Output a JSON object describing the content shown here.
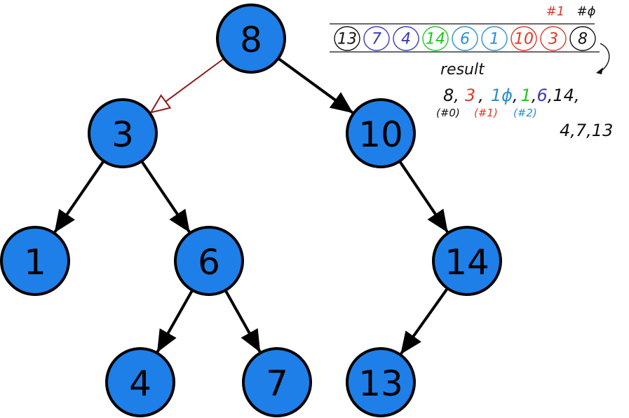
{
  "colors": {
    "node_fill": "#1e7fe8",
    "node_stroke": "#000000",
    "edge": "#000000",
    "highlight_edge": "#8b1a1a",
    "black": "#111111",
    "purple": "#3a3ab8",
    "green": "#27c22b",
    "blue": "#2a8fd0",
    "red": "#d83a2a"
  },
  "tree": {
    "nodes": [
      {
        "id": "n8",
        "label": "8"
      },
      {
        "id": "n3",
        "label": "3"
      },
      {
        "id": "n10",
        "label": "10"
      },
      {
        "id": "n1",
        "label": "1"
      },
      {
        "id": "n6",
        "label": "6"
      },
      {
        "id": "n14",
        "label": "14"
      },
      {
        "id": "n4",
        "label": "4"
      },
      {
        "id": "n7",
        "label": "7"
      },
      {
        "id": "n13",
        "label": "13"
      }
    ],
    "edges": [
      {
        "from": "n8",
        "to": "n3",
        "highlight": true
      },
      {
        "from": "n8",
        "to": "n10",
        "highlight": false
      },
      {
        "from": "n3",
        "to": "n1",
        "highlight": false
      },
      {
        "from": "n3",
        "to": "n6",
        "highlight": false
      },
      {
        "from": "n10",
        "to": "n14",
        "highlight": false
      },
      {
        "from": "n6",
        "to": "n4",
        "highlight": false
      },
      {
        "from": "n6",
        "to": "n7",
        "highlight": false
      },
      {
        "from": "n14",
        "to": "n13",
        "highlight": false
      }
    ]
  },
  "annotation": {
    "pointer_marks": [
      {
        "text": "#1",
        "color": "red"
      },
      {
        "text": "#ϕ",
        "color": "black"
      }
    ],
    "queue": [
      {
        "label": "13",
        "color": "black"
      },
      {
        "label": "7",
        "color": "purple"
      },
      {
        "label": "4",
        "color": "purple"
      },
      {
        "label": "14",
        "color": "green"
      },
      {
        "label": "6",
        "color": "blue"
      },
      {
        "label": "1",
        "color": "blue"
      },
      {
        "label": "10",
        "color": "red"
      },
      {
        "label": "3",
        "color": "red"
      },
      {
        "label": "8",
        "color": "black"
      }
    ],
    "result_title": "result",
    "result_row1": [
      {
        "text": "8,",
        "color": "black"
      },
      {
        "text": "3",
        "color": "red"
      },
      {
        "text": ",",
        "color": "black"
      },
      {
        "text": "1ϕ",
        "color": "blue"
      },
      {
        "text": ",",
        "color": "black"
      },
      {
        "text": "1",
        "color": "green"
      },
      {
        "text": ",",
        "color": "black"
      },
      {
        "text": "6",
        "color": "purple"
      },
      {
        "text": ",14,",
        "color": "black"
      }
    ],
    "result_notes": [
      {
        "text": "(#0)",
        "color": "black"
      },
      {
        "text": "(#1)",
        "color": "red"
      },
      {
        "text": "(#2)",
        "color": "blue"
      }
    ],
    "result_row2": "4,7,13"
  }
}
